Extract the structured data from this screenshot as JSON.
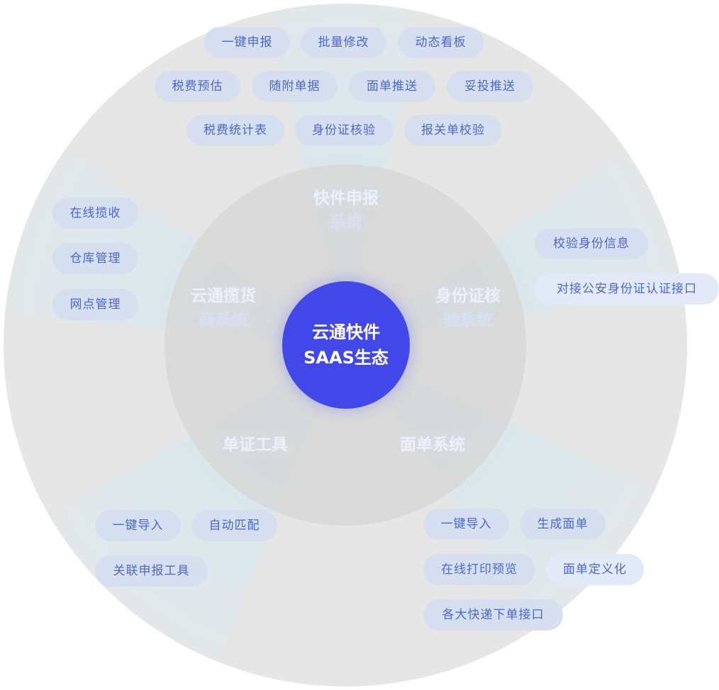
{
  "center": {
    "line1": "云通快件",
    "line2": "SAAS生态",
    "color": "#4247ea"
  },
  "segments": [
    {
      "line1": "快件申报",
      "line2": "系统"
    },
    {
      "line1": "身份证核",
      "line2": "验系统"
    },
    {
      "line1": "面单系统",
      "line2": ""
    },
    {
      "line1": "单证工具",
      "line2": ""
    },
    {
      "line1": "云通揽货",
      "line2": "商系统"
    }
  ],
  "groups": {
    "declaration": [
      "一键申报",
      "批量修改",
      "动态看板",
      "税费预估",
      "随附单据",
      "面单推送",
      "妥投推送",
      "税费统计表",
      "身份证核验",
      "报关单校验"
    ],
    "id_verify": [
      "校验身份信息",
      "对接公安身份证认证接口"
    ],
    "waybill": [
      "一键导入",
      "生成面单",
      "在线打印预览",
      "面单定义化",
      "各大快递下单接口"
    ],
    "tools": [
      "一键导入",
      "自动匹配",
      "关联申报工具"
    ],
    "collection": [
      "在线揽收",
      "仓库管理",
      "网点管理"
    ]
  },
  "colors": {
    "outer_ring": "#e6e6e6",
    "inner_ring": "#d7d7d7",
    "pill_bg": "#d6dff0",
    "pill_text": "#4a69c9"
  }
}
